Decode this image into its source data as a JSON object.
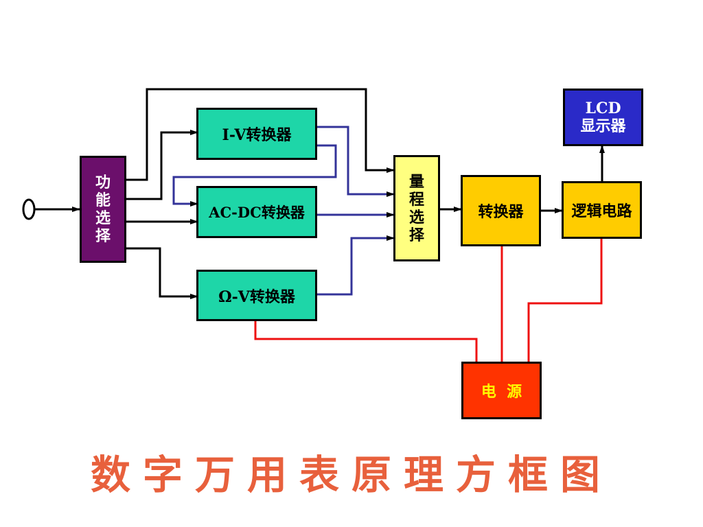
{
  "blocks": {
    "function_select": {
      "label": [
        "功",
        "能",
        "选",
        "择"
      ],
      "fill": "#6b0f6b",
      "text_color": "#ffffff"
    },
    "iv_converter": {
      "label": "I-V转换器",
      "fill": "#1ed6a8",
      "text_color": "#000000"
    },
    "acdc_converter": {
      "label": "AC-DC转换器",
      "fill": "#1ed6a8",
      "text_color": "#000000"
    },
    "ohm_converter": {
      "label": "Ω-V转换器",
      "fill": "#1ed6a8",
      "text_color": "#000000"
    },
    "range_select": {
      "label": [
        "量",
        "程",
        "选",
        "择"
      ],
      "fill": "#ffff80",
      "text_color": "#000000"
    },
    "converter": {
      "label": "转换器",
      "fill": "#ffcc00",
      "text_color": "#000000"
    },
    "logic_circuit": {
      "label": "逻辑电路",
      "fill": "#ffcc00",
      "text_color": "#000000"
    },
    "lcd_display": {
      "label_line1": "LCD",
      "label_line2": "显示器",
      "fill": "#2a2ac8",
      "text_color": "#ffffff"
    },
    "power_supply": {
      "label": "电  源",
      "fill": "#ff3300",
      "text_color": "#ffff00"
    }
  },
  "wire_colors": {
    "control": "#000000",
    "signal": "#333399",
    "power": "#ee1111"
  },
  "title": "数字万用表原理方框图"
}
